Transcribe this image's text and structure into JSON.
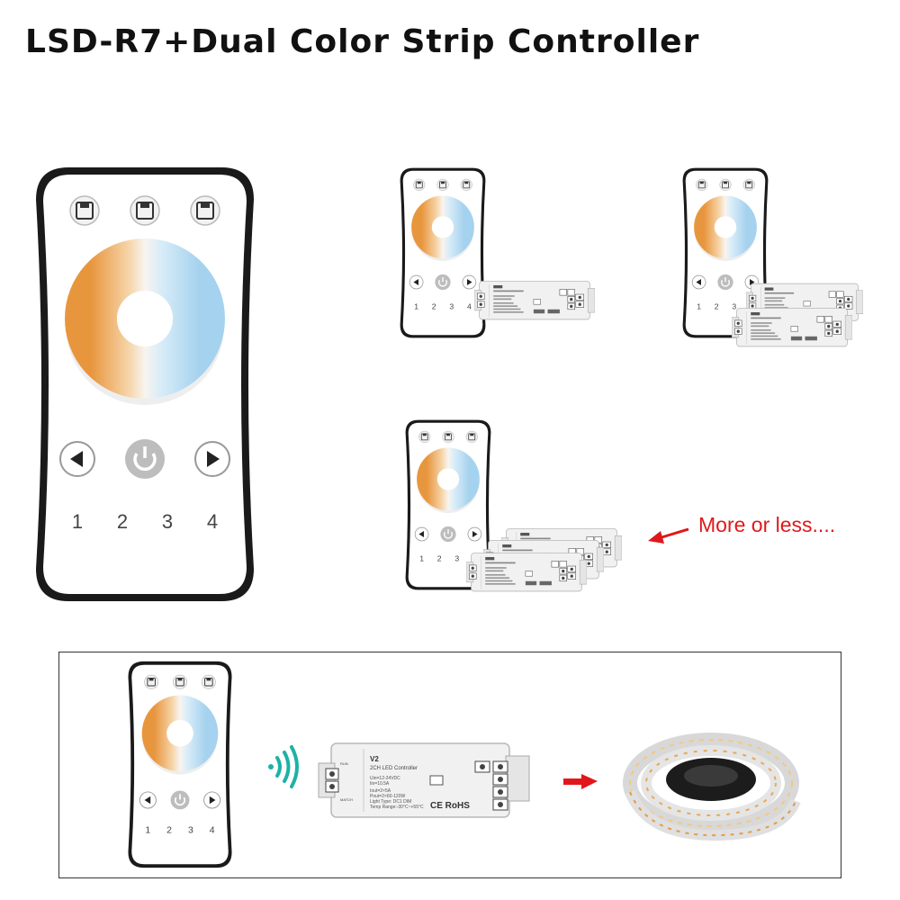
{
  "title": "LSD-R7+Dual Color Strip Controller",
  "note": "More or less....",
  "remote": {
    "zone_numbers": [
      "1",
      "2",
      "3",
      "4"
    ],
    "icons": [
      "save-icon",
      "power-icon",
      "left-arrow-icon",
      "right-arrow-icon"
    ]
  },
  "controller": {
    "model": "V2",
    "name": "2CH LED Controller",
    "specs": [
      "Uin=12-24VDC",
      "Iin=10.5A",
      "Iout=2×5A",
      "Pout=2×60-120W",
      "Light Type: DC1 DIM",
      "Temp Range:-30°C~+55°C"
    ],
    "terminals": [
      "RUN",
      "MATCH"
    ],
    "marks": "CE RoHS"
  },
  "colors": {
    "warm": "#e89a44",
    "cool": "#a9d4ee",
    "arrow": "#e0181b",
    "signal": "#1db2a5"
  }
}
